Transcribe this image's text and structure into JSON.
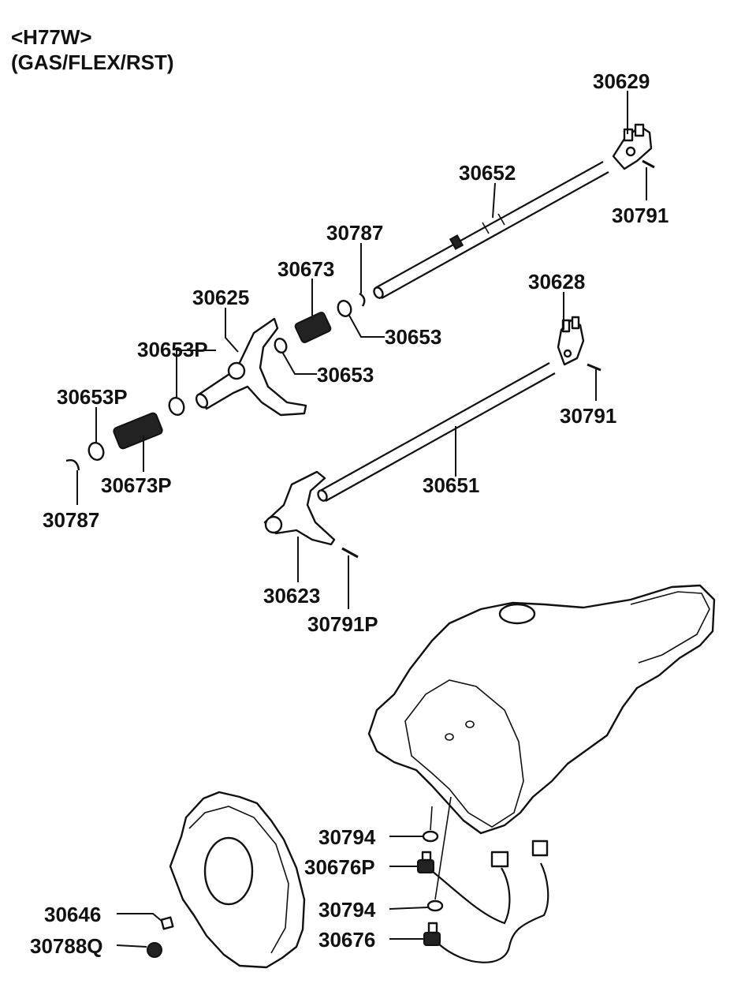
{
  "header": {
    "model": "<H77W>",
    "variant": "(GAS/FLEX/RST)"
  },
  "parts": [
    {
      "id": "p30629",
      "number": "30629"
    },
    {
      "id": "p30652",
      "number": "30652"
    },
    {
      "id": "p30791a",
      "number": "30791"
    },
    {
      "id": "p30787a",
      "number": "30787"
    },
    {
      "id": "p30673",
      "number": "30673"
    },
    {
      "id": "p30625",
      "number": "30625"
    },
    {
      "id": "p30653a",
      "number": "30653"
    },
    {
      "id": "p30628",
      "number": "30628"
    },
    {
      "id": "p30653P_a",
      "number": "30653P"
    },
    {
      "id": "p30653b",
      "number": "30653"
    },
    {
      "id": "p30791b",
      "number": "30791"
    },
    {
      "id": "p30653P_b",
      "number": "30653P"
    },
    {
      "id": "p30673P",
      "number": "30673P"
    },
    {
      "id": "p30651",
      "number": "30651"
    },
    {
      "id": "p30787b",
      "number": "30787"
    },
    {
      "id": "p30623",
      "number": "30623"
    },
    {
      "id": "p30791P",
      "number": "30791P"
    },
    {
      "id": "p30794a",
      "number": "30794"
    },
    {
      "id": "p30676P",
      "number": "30676P"
    },
    {
      "id": "p30646",
      "number": "30646"
    },
    {
      "id": "p30794b",
      "number": "30794"
    },
    {
      "id": "p30788Q",
      "number": "30788Q"
    },
    {
      "id": "p30676",
      "number": "30676"
    }
  ]
}
